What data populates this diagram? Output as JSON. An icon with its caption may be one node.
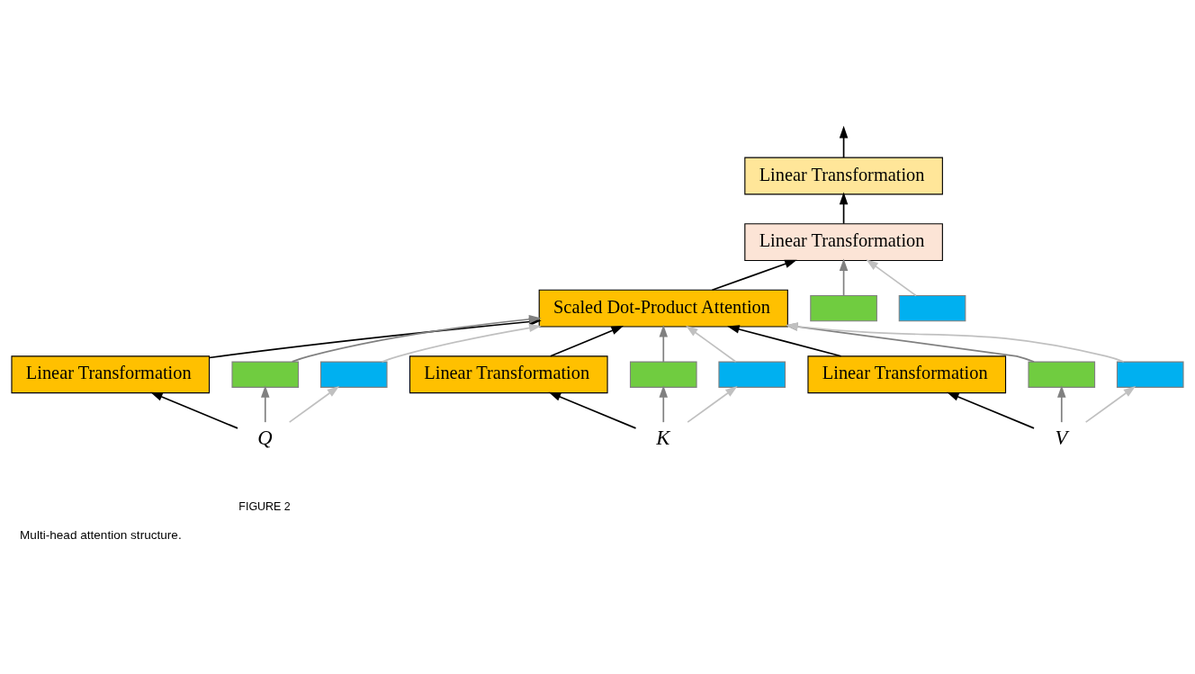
{
  "diagram": {
    "caption": "Multi-head attention structure.",
    "nodes": [
      {
        "text": [
          "Linear Transformation"
        ]
      },
      {
        "text": [
          "Linear Transformation"
        ]
      },
      {
        "text": [
          "Scaled Dot-Product Attention"
        ]
      },
      {
        "text": [],
        "shape": "box"
      },
      {
        "text": [],
        "shape": "box"
      },
      {
        "text": [
          "Linear Transformation"
        ]
      },
      {
        "text": [],
        "shape": "box"
      },
      {
        "text": [],
        "shape": "box"
      },
      {
        "text": [
          "Linear Transformation"
        ]
      },
      {
        "text": [],
        "shape": "box"
      },
      {
        "text": [],
        "shape": "box"
      },
      {
        "text": [
          "Linear Transformation"
        ]
      },
      {
        "text": [],
        "shape": "box"
      },
      {
        "text": [],
        "shape": "box"
      },
      {
        "text": [
          "*Q*"
        ]
      },
      {
        "text": [
          "*K*"
        ]
      },
      {
        "text": [
          "*V*"
        ]
      }
    ],
    "edges": [
      {
        "from": 0,
        "to": null,
        "arrow": "to"
      },
      {
        "from": 1,
        "to": 0,
        "arrow": "to"
      },
      {
        "from": 2,
        "to": 1,
        "arrow": "to"
      },
      {
        "from": 3,
        "to": 1,
        "arrow": "to",
        "color": "#808080"
      },
      {
        "from": 4,
        "to": 1,
        "arrow": "to",
        "color": "#c0c0c0"
      },
      {
        "from": 5,
        "to": 2,
        "arrow": "to"
      },
      {
        "from": 6,
        "to": 2,
        "arrow": "to",
        "color": "#808080"
      },
      {
        "from": 7,
        "to": 2,
        "arrow": "to",
        "color": "#c0c0c0"
      },
      {
        "from": 8,
        "to": 2,
        "arrow": "to"
      },
      {
        "from": 9,
        "to": 2,
        "arrow": "to",
        "color": "#808080"
      },
      {
        "from": 10,
        "to": 2,
        "arrow": "to",
        "color": "#c0c0c0"
      },
      {
        "from": 11,
        "to": 2,
        "arrow": "to"
      },
      {
        "from": 12,
        "to": 2,
        "arrow": "to",
        "color": "#808080"
      },
      {
        "from": 13,
        "to": 2,
        "arrow": "to",
        "color": "#c0c0c0"
      },
      {
        "from": 14,
        "to": 5,
        "arrow": "to"
      },
      {
        "from": 14,
        "to": 6,
        "arrow": "to",
        "color": "#808080"
      },
      {
        "from": 14,
        "to": 7,
        "arrow": "to",
        "color": "#c0c0c0"
      },
      {
        "from": 15,
        "to": 8,
        "arrow": "to"
      },
      {
        "from": 15,
        "to": 9,
        "arrow": "to",
        "color": "#808080"
      },
      {
        "from": 15,
        "to": 10,
        "arrow": "to",
        "color": "#c0c0c0"
      },
      {
        "from": 16,
        "to": 11,
        "arrow": "to"
      },
      {
        "from": 16,
        "to": 12,
        "arrow": "to",
        "color": "#808080"
      },
      {
        "from": 16,
        "to": 13,
        "arrow": "to",
        "color": "#c0c0c0"
      }
    ],
    "labels": [
      "FIGURE 2"
    ]
  }
}
